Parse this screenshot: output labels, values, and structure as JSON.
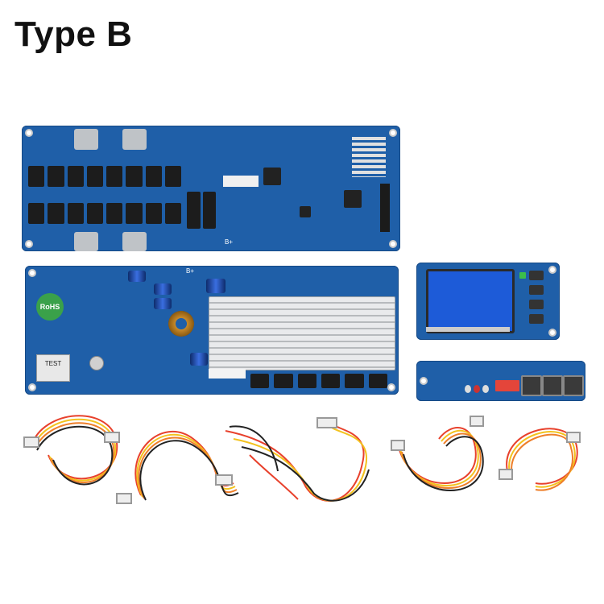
{
  "title": "Type B",
  "labels": {
    "rohs": "RoHS",
    "test": "TEST",
    "bplus_main": "B+",
    "bplus_top": "B+"
  },
  "colors": {
    "pcb_blue": "#1f5fa8",
    "lcd_blue": "#1d5bd8",
    "mosfet": "#1c1c1c"
  }
}
